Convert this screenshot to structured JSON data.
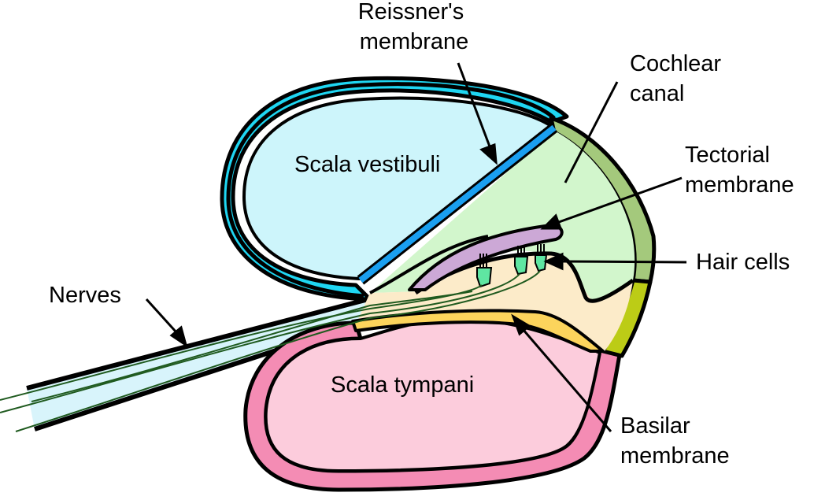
{
  "diagram": {
    "labels": {
      "reissners_membrane": [
        "Reissner's",
        "membrane"
      ],
      "cochlear_canal": [
        "Cochlear",
        "canal"
      ],
      "tectorial_membrane": [
        "Tectorial",
        "membrane"
      ],
      "hair_cells": "Hair cells",
      "nerves": "Nerves",
      "basilar_membrane": [
        "Basilar",
        "membrane"
      ],
      "scala_vestibuli": "Scala vestibuli",
      "scala_tympani": "Scala tympani"
    },
    "colors": {
      "scala_vestibuli_fill": "#cdf5fb",
      "scala_vestibuli_wall": "#1fd6f2",
      "reissners_membrane": "#1a9ff0",
      "cochlear_canal_fill": "#d2f6cc",
      "cochlear_wall_top": "#a4c97c",
      "cochlear_wall_bottom": "#bccc16",
      "tectorial_membrane": "#cca8d6",
      "hair_cells": "#5fe6a2",
      "organ_fill": "#fcebc9",
      "basilar_membrane": "#fcd45c",
      "scala_tympani_fill": "#fcccdc",
      "scala_tympani_wall": "#f48cb4",
      "nerve_bundle_fill": "#d8f4fb",
      "nerve_fibers": "#1f5a1f",
      "outline": "#000000"
    }
  }
}
